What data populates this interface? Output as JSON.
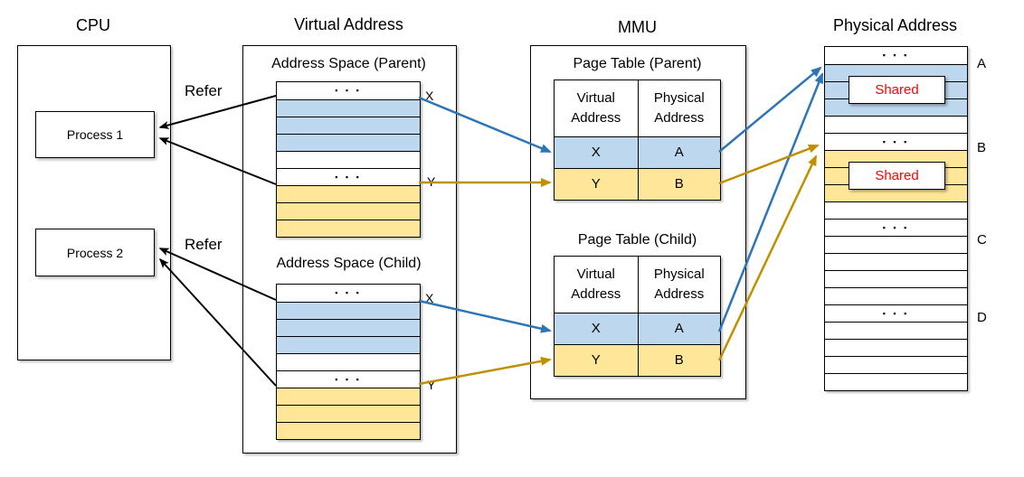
{
  "colors": {
    "page_fill_blue": "#BDD7EE",
    "page_fill_yellow": "#FFE699",
    "arrow_blue": "#2E75B6",
    "arrow_yellow": "#BF9000",
    "shared_text_red": "#FF0000"
  },
  "glyphs": {
    "dots": "▪ ▪ ▪"
  },
  "cpu": {
    "title": "CPU",
    "refer_label": "Refer",
    "processes": [
      {
        "label": "Process 1"
      },
      {
        "label": "Process 2"
      }
    ]
  },
  "virtual_address": {
    "title": "Virtual Address",
    "spaces": [
      {
        "label": "Address Space (Parent)",
        "x_label": "X",
        "y_label": "Y",
        "row_pattern": [
          "dots",
          "blue",
          "blue",
          "blue",
          "white",
          "dots",
          "yellow",
          "yellow",
          "yellow"
        ]
      },
      {
        "label": "Address Space (Child)",
        "x_label": "X",
        "y_label": "Y",
        "row_pattern": [
          "dots",
          "blue",
          "blue",
          "blue",
          "white",
          "dots",
          "yellow",
          "yellow",
          "yellow"
        ]
      }
    ]
  },
  "mmu": {
    "title": "MMU",
    "tables": [
      {
        "label": "Page Table (Parent)",
        "headers": [
          "Virtual Address",
          "Physical Address"
        ],
        "rows": [
          [
            "X",
            "A"
          ],
          [
            "Y",
            "B"
          ]
        ]
      },
      {
        "label": "Page Table (Child)",
        "headers": [
          "Virtual Address",
          "Physical Address"
        ],
        "rows": [
          [
            "X",
            "A"
          ],
          [
            "Y",
            "B"
          ]
        ]
      }
    ]
  },
  "physical_address": {
    "title": "Physical Address",
    "section_labels": [
      "A",
      "B",
      "C",
      "D"
    ],
    "shared_labels": [
      "Shared",
      "Shared"
    ],
    "row_pattern": [
      "dots",
      "blue",
      "blue",
      "blue",
      "white",
      "dots",
      "yellow",
      "yellow",
      "yellow",
      "white",
      "dots",
      "white",
      "white",
      "white",
      "white",
      "dots",
      "white",
      "white",
      "white",
      "white"
    ]
  }
}
